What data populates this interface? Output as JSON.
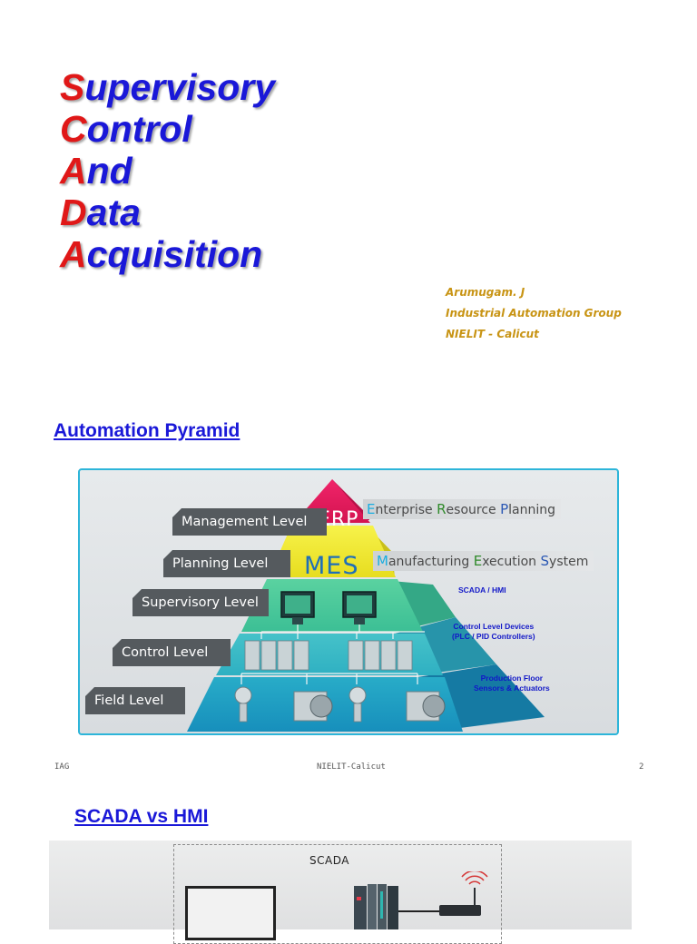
{
  "title": [
    {
      "initial": "S",
      "rest": "upervisory"
    },
    {
      "initial": "C",
      "rest": "ontrol"
    },
    {
      "initial": "A",
      "rest": "nd"
    },
    {
      "initial": "D",
      "rest": "ata"
    },
    {
      "initial": "A",
      "rest": "cquisition"
    }
  ],
  "author": {
    "name": "Arumugam. J",
    "group": "Industrial Automation Group",
    "org": "NIELIT - Calicut"
  },
  "section1": {
    "heading": "Automation Pyramid",
    "figure": {
      "levels": [
        "Management Level",
        "Planning Level",
        "Supervisory Level",
        "Control Level",
        "Field Level"
      ],
      "tiers": {
        "erp": "ERP",
        "mes": "MES"
      },
      "erp_desc": [
        {
          "initial": "E",
          "rest": "nterprise "
        },
        {
          "initial": "R",
          "rest": "esource "
        },
        {
          "initial": "P",
          "rest": "lanning"
        }
      ],
      "mes_desc": [
        {
          "initial": "M",
          "rest": "anufacturing "
        },
        {
          "initial": "E",
          "rest": "xecution "
        },
        {
          "initial": "S",
          "rest": "ystem"
        }
      ],
      "notes": {
        "scada": "SCADA / HMI",
        "control_1": "Control Level Devices",
        "control_2": "(PLC / PID Controllers)",
        "field_1": "Production Floor",
        "field_2": "Sensors & Actuators"
      },
      "colors": {
        "erp": "#e8185a",
        "mes": "#f4ec2e",
        "supervisory": "#4cc79a",
        "control": "#35b6c6",
        "field": "#1f9fc4"
      }
    }
  },
  "footer": {
    "left": "IAG",
    "center": "NIELIT-Calicut",
    "page": "2"
  },
  "section2": {
    "heading": "SCADA vs HMI",
    "figure_label": "SCADA"
  }
}
